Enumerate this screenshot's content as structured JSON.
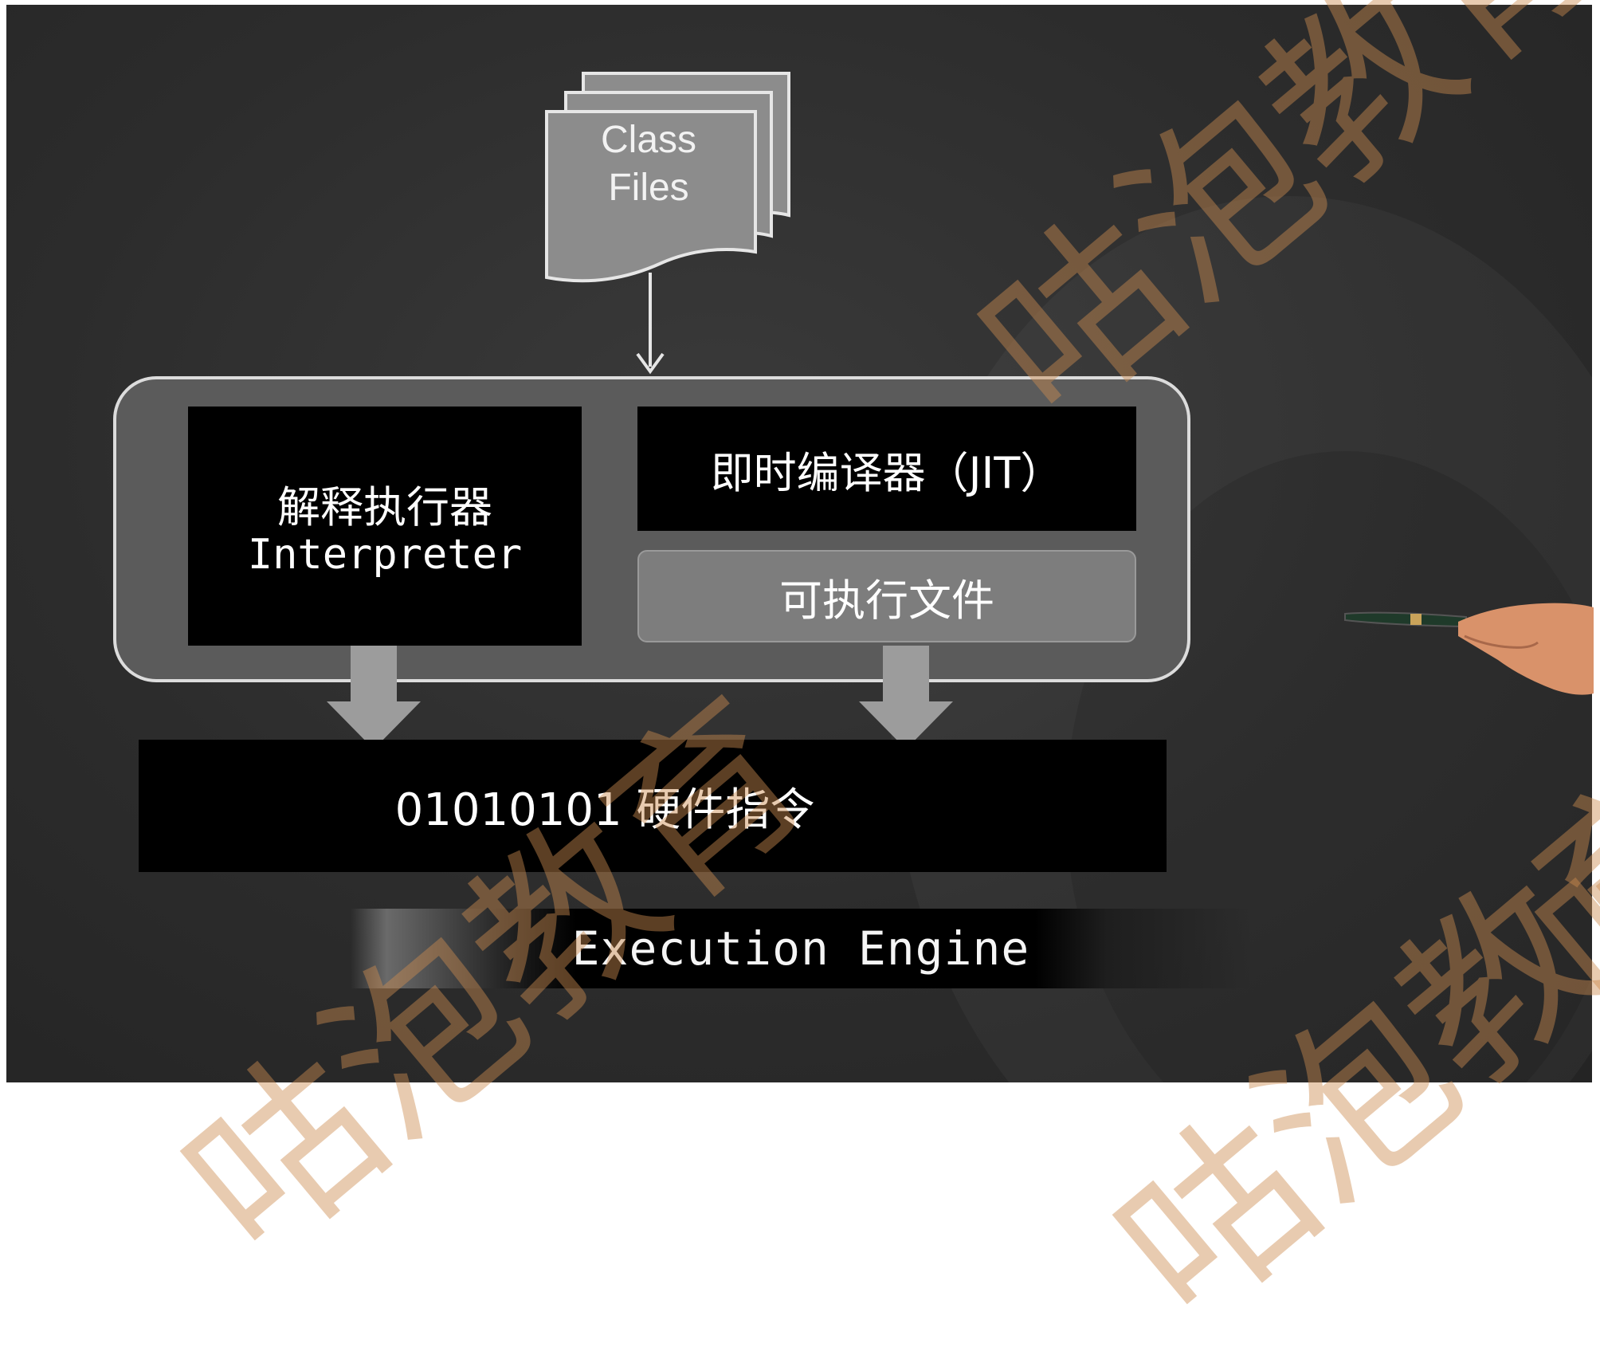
{
  "class_files": {
    "label": "Class\nFiles"
  },
  "interpreter": {
    "title_cn": "解释执行器",
    "title_en": "Interpreter"
  },
  "jit": {
    "label": "即时编译器（JIT）"
  },
  "executable": {
    "label": "可执行文件"
  },
  "hardware": {
    "label": "01010101 硬件指令"
  },
  "engine": {
    "label": "Execution Engine"
  },
  "watermark": {
    "text": "咕泡教育"
  },
  "colors": {
    "background": "#2c2c2c",
    "box": "#000000",
    "panel_border": "#dcdcdc",
    "arrow": "#9c9c9c",
    "executable_box": "#7d7d7d",
    "watermark": "#cd8c50"
  }
}
